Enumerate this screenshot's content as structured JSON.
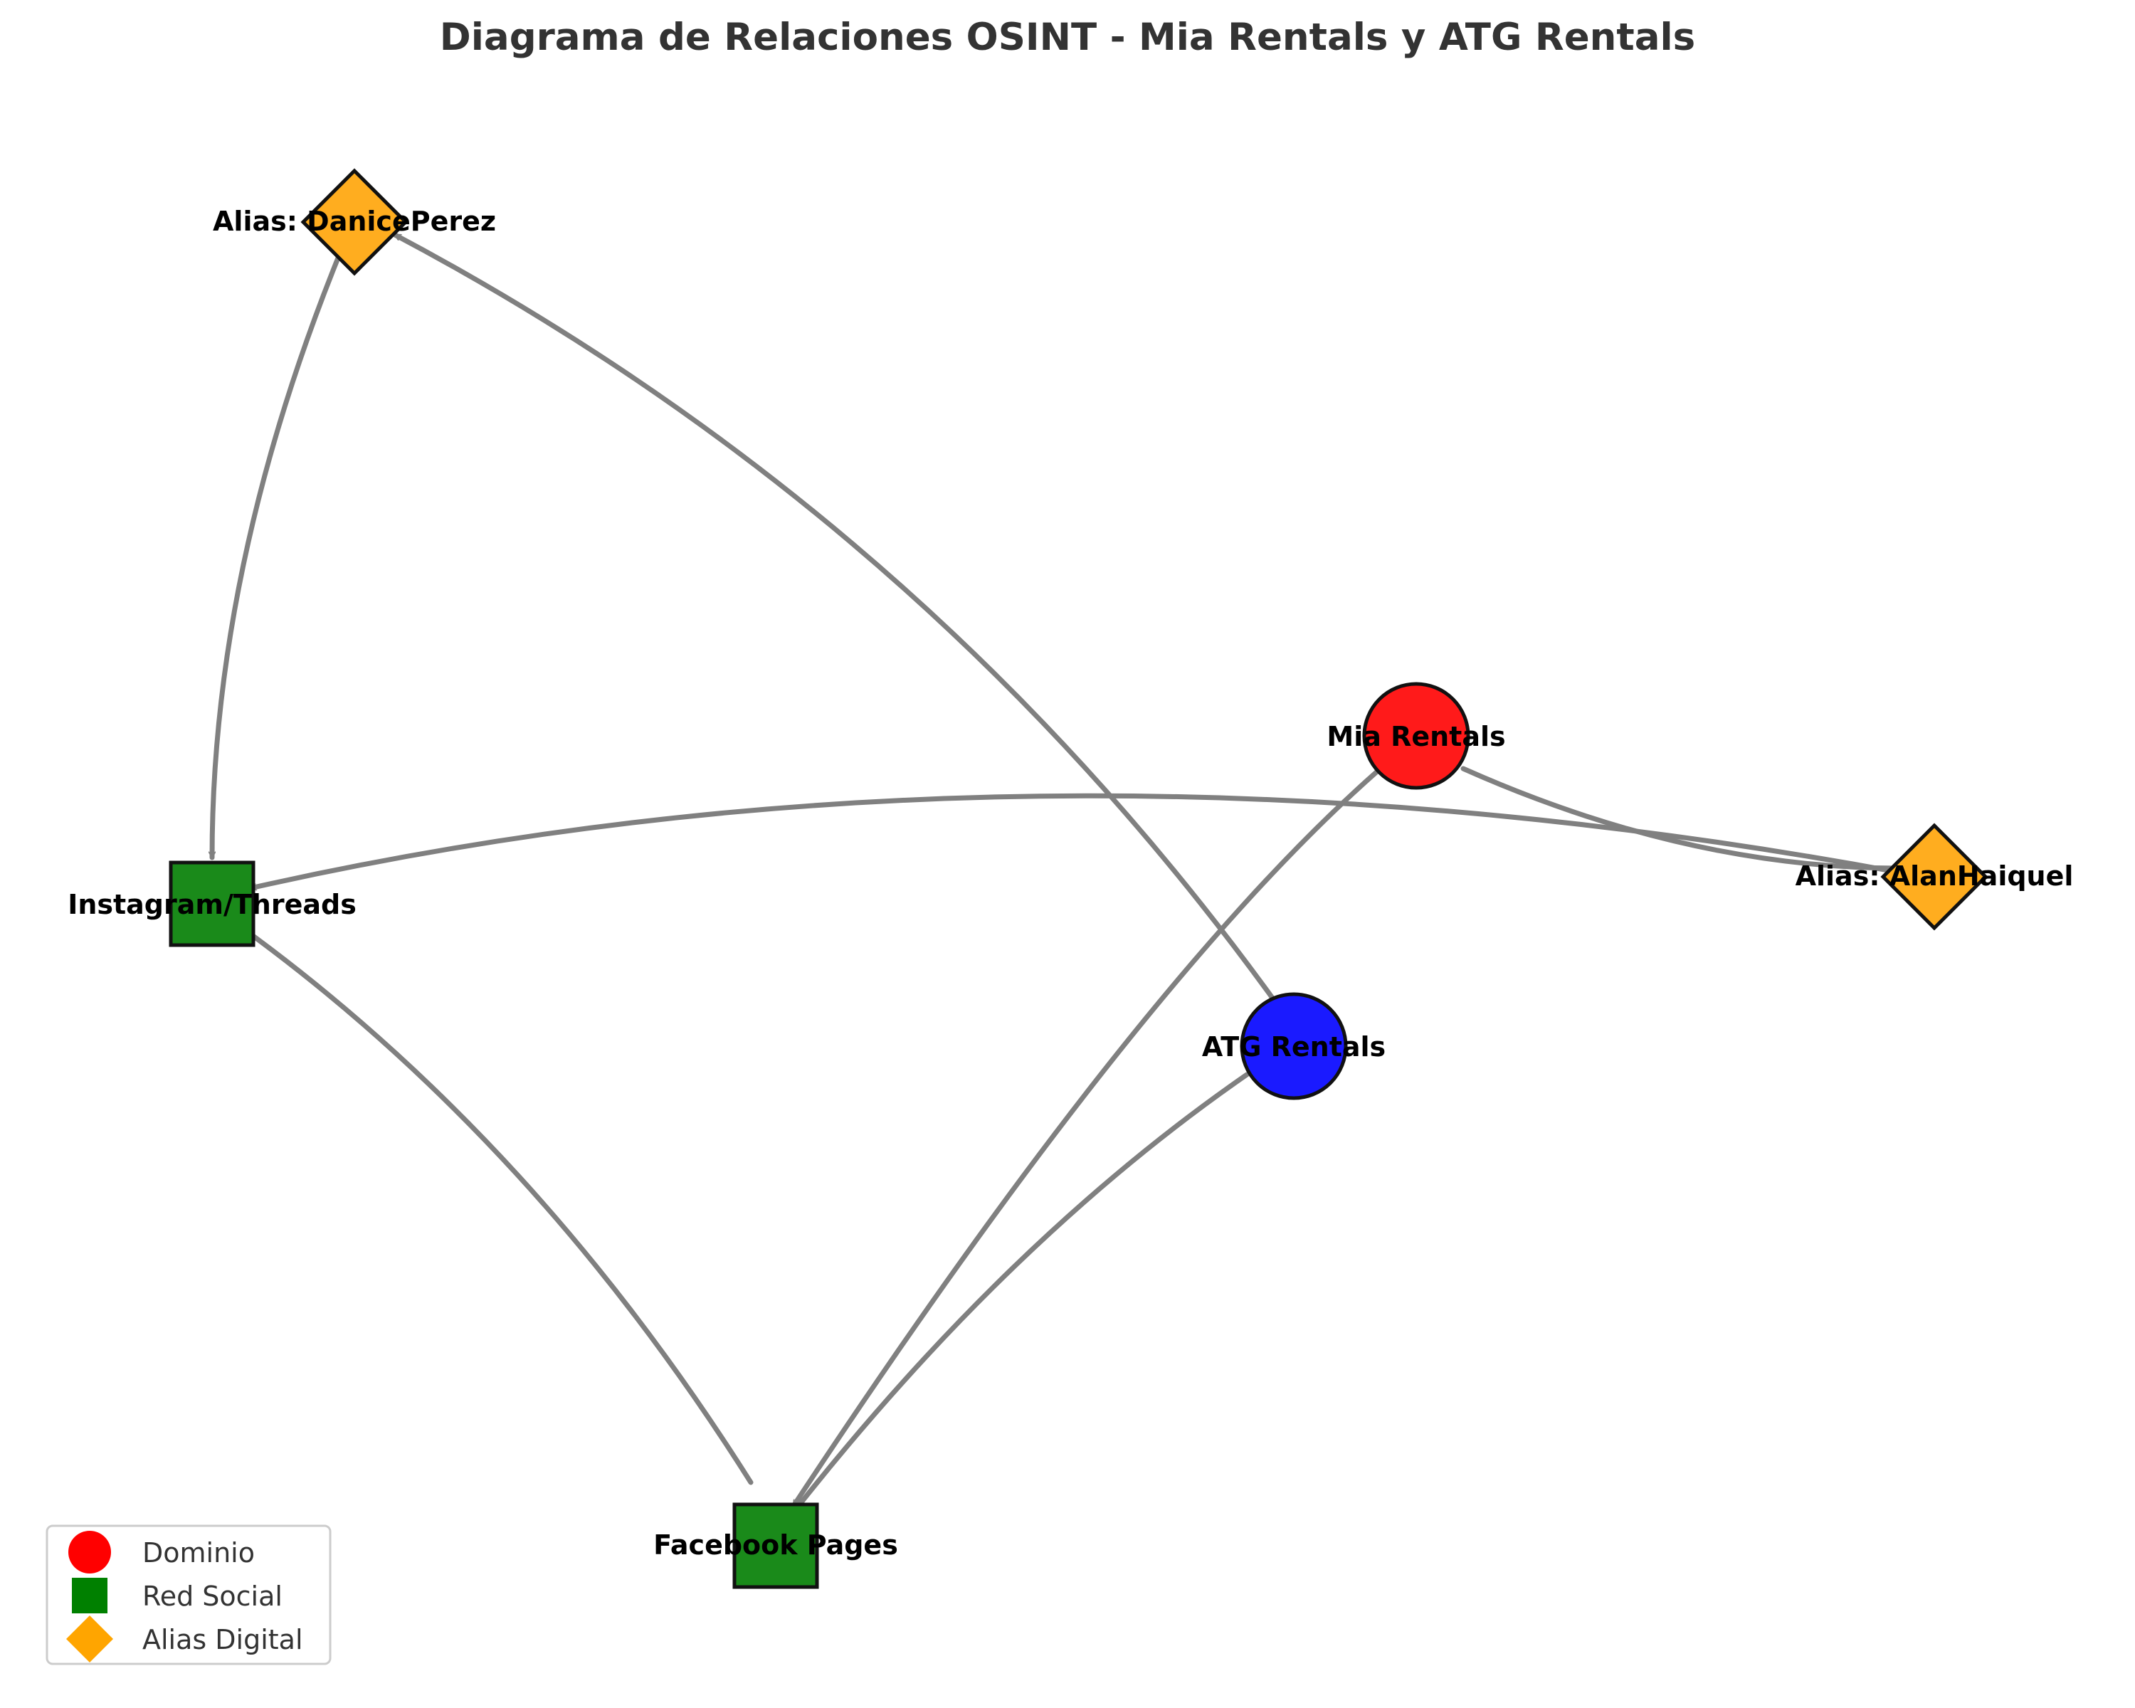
{
  "title": "Diagrama de Relaciones OSINT - Mia Rentals y ATG Rentals",
  "node_types": {
    "domain": {
      "label": "Dominio",
      "color": "#ff0000",
      "shape": "circle"
    },
    "social": {
      "label": "Red Social",
      "color": "#008000",
      "shape": "square"
    },
    "alias": {
      "label": "Alias Digital",
      "color": "#ffa500",
      "shape": "diamond"
    }
  },
  "nodes": {
    "mia": {
      "label": "Mia Rentals",
      "type": "domain",
      "color": "#ff1a1a"
    },
    "atg": {
      "label": "ATG Rentals",
      "type": "domain",
      "color": "#1a1aff"
    },
    "instagram": {
      "label": "Instagram/Threads",
      "type": "social",
      "color": "#1a8a1a"
    },
    "facebook": {
      "label": "Facebook Pages",
      "type": "social",
      "color": "#1a8a1a"
    },
    "danice": {
      "label": "Alias: DanicePerez",
      "type": "alias",
      "color": "#ffad1f"
    },
    "alan": {
      "label": "Alias: AlanHaiquel",
      "type": "alias",
      "color": "#ffad1f"
    }
  },
  "edges": [
    {
      "from": "mia",
      "to": "facebook"
    },
    {
      "from": "mia",
      "to": "alan"
    },
    {
      "from": "atg",
      "to": "danice"
    },
    {
      "from": "atg",
      "to": "facebook"
    },
    {
      "from": "danice",
      "to": "instagram"
    },
    {
      "from": "facebook",
      "to": "instagram"
    },
    {
      "from": "alan",
      "to": "instagram"
    }
  ],
  "legend": [
    "Dominio",
    "Red Social",
    "Alias Digital"
  ],
  "edge_color": "#808080"
}
